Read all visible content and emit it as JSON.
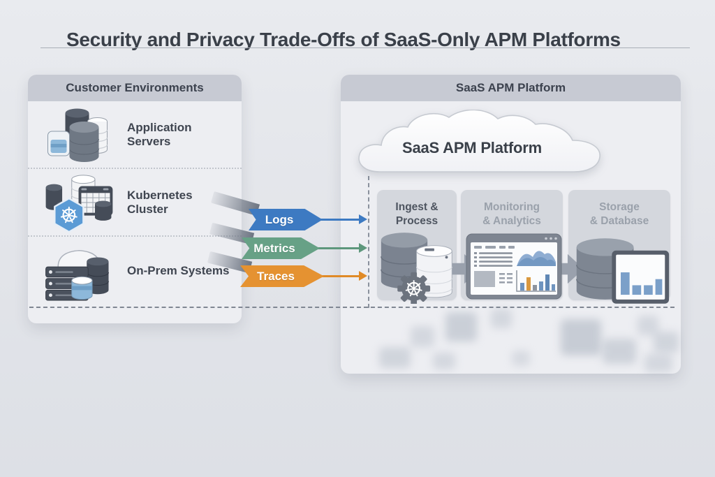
{
  "title": "Security and Privacy Trade-Offs of SaaS-Only APM Platforms",
  "left_panel": {
    "header": "Customer Environments",
    "items": [
      {
        "label": "Application Servers",
        "icon": "application-servers-icon"
      },
      {
        "label": "Kubernetes Cluster",
        "icon": "kubernetes-cluster-icon"
      },
      {
        "label": "On-Prem Systems",
        "icon": "on-prem-systems-icon"
      }
    ]
  },
  "connectors": [
    {
      "label": "Logs",
      "color": "#3d7ac2"
    },
    {
      "label": "Metrics",
      "color": "#67a186"
    },
    {
      "label": "Traces",
      "color": "#e59231"
    }
  ],
  "right_panel": {
    "header": "SaaS APM Platform",
    "cloud_label": "SaaS APM Platform",
    "stages": [
      {
        "line1": "Ingest &",
        "line2": "Process",
        "emphasis": "dark",
        "icon": "ingest-process-icon"
      },
      {
        "line1": "Monitoring",
        "line2": "& Analytics",
        "emphasis": "light",
        "icon": "monitoring-analytics-icon"
      },
      {
        "line1": "Storage",
        "line2": "& Database",
        "emphasis": "light",
        "icon": "storage-database-icon"
      }
    ]
  },
  "palette": {
    "background": "#e3e5ea",
    "panel_bg": "#edeef2",
    "panel_header_bg": "#c7cad3",
    "stage_box_bg": "#d4d7dd",
    "text_dark": "#3b414c",
    "text_light": "#9aa1ab",
    "logs_blue": "#3d7ac2",
    "metrics_green": "#67a186",
    "traces_orange": "#e59231",
    "kubernetes_blue": "#5b9bd5",
    "icon_dark": "#454c58",
    "icon_gray": "#7b8390"
  }
}
